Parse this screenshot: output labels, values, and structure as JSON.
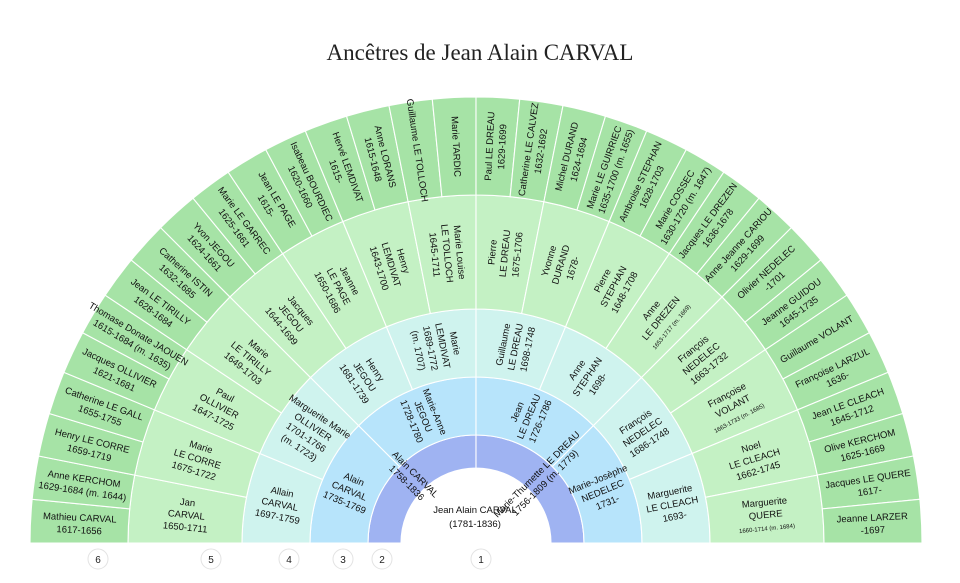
{
  "title": "Ancêtres de Jean Alain CARVAL",
  "root": {
    "name": "Jean Alain CARVAL",
    "dates": "(1781-1836)"
  },
  "colors": {
    "gen1": "#ffffff",
    "gen2": "#9fb3f2",
    "gen3": "#b7e4fb",
    "gen4": "#cff3ee",
    "gen5": "#c4f1c4",
    "gen6": "#a6e3a6",
    "circle_border": "#e3e3e3"
  },
  "generation_numbers": [
    "1",
    "2",
    "3",
    "4",
    "5",
    "6"
  ],
  "generations": [
    [
      {
        "lines": [
          "Alain CARVAL",
          "1758-1836"
        ]
      },
      {
        "lines": [
          "Marie-Thumette LE DREAU",
          "1756-1809 (m. 1779)"
        ]
      }
    ],
    [
      {
        "lines": [
          "Alain",
          "CARVAL",
          "1735-1769"
        ]
      },
      {
        "lines": [
          "Marie-Anne",
          "JEGOU",
          "1728-1780"
        ]
      },
      {
        "lines": [
          "Jean",
          "LE DREAU",
          "1726-1786"
        ]
      },
      {
        "lines": [
          "Marie-Josèphe",
          "NEDELEC",
          "1731-"
        ]
      }
    ],
    [
      {
        "lines": [
          "Allain",
          "CARVAL",
          "1697-1759"
        ]
      },
      {
        "lines": [
          "Marguerite Marie",
          "OLLIVIER",
          "1701-1766",
          "(m. 1723)"
        ]
      },
      {
        "lines": [
          "Henry",
          "JEGOU",
          "1681-1739"
        ]
      },
      {
        "lines": [
          "Marie",
          "LEMDIVAT",
          "1689-1772",
          "(m. 1707)"
        ]
      },
      {
        "lines": [
          "Guillaume",
          "LE DREAU",
          "1698-1748"
        ]
      },
      {
        "lines": [
          "Anne",
          "STEPHAN",
          "1698-"
        ]
      },
      {
        "lines": [
          "François",
          "NEDELEC",
          "1686-1748"
        ]
      },
      {
        "lines": [
          "Marguerite",
          "LE CLEACH",
          "1693-"
        ]
      }
    ],
    [
      {
        "lines": [
          "Jan",
          "CARVAL",
          "1650-1711"
        ]
      },
      {
        "lines": [
          "Marie",
          "LE CORRE",
          "1675-1722"
        ]
      },
      {
        "lines": [
          "Paul",
          "OLLIVIER",
          "1647-1725"
        ]
      },
      {
        "lines": [
          "Marie",
          "LE TIRILLY",
          "1649-1703"
        ]
      },
      {
        "lines": [
          "Jacques",
          "JEGOU",
          "1644-1699"
        ]
      },
      {
        "lines": [
          "Jeanne",
          "LE PAGE",
          "1650-1686"
        ]
      },
      {
        "lines": [
          "Henry",
          "LEMDIVAT",
          "1643-1700"
        ]
      },
      {
        "lines": [
          "Marie Louise",
          "LE TOLLOCH",
          "1645-1711"
        ]
      },
      {
        "lines": [
          "Pierre",
          "LE DREAU",
          "1675-1706"
        ]
      },
      {
        "lines": [
          "Yvonne",
          "DURAND",
          "1678-"
        ]
      },
      {
        "lines": [
          "Pierre",
          "STEPHAN",
          "1648-1708"
        ]
      },
      {
        "lines": [
          "Anne",
          "LE DREZEN",
          "1653-1717 (m. 1669)"
        ]
      },
      {
        "lines": [
          "François",
          "NEDELEC",
          "1663-1732"
        ]
      },
      {
        "lines": [
          "Françoise",
          "VOLANT",
          "1663-1733 (m. 1685)"
        ]
      },
      {
        "lines": [
          "Noel",
          "LE CLEACH",
          "1662-1745"
        ]
      },
      {
        "lines": [
          "Marguerite",
          "QUERE",
          "1660-1714 (m. 1684)"
        ]
      }
    ],
    [
      {
        "lines": [
          "Mathieu CARVAL",
          "1617-1656"
        ]
      },
      {
        "lines": [
          "Anne KERCHOM",
          "1629-1684 (m. 1644)"
        ]
      },
      {
        "lines": [
          "Henry LE CORRE",
          "1659-1719"
        ]
      },
      {
        "lines": [
          "Catherine LE GALL",
          "1655-1755"
        ]
      },
      {
        "lines": [
          "Jacques OLLIVIER",
          "1621-1681"
        ]
      },
      {
        "lines": [
          "Thomase Donate JAOUEN",
          "1615-1684 (m. 1635)"
        ]
      },
      {
        "lines": [
          "Jean LE TIRILLY",
          "1628-1684"
        ]
      },
      {
        "lines": [
          "Catherine ISTIN",
          "1632-1685"
        ]
      },
      {
        "lines": [
          "Yvon JEGOU",
          "1624-1661"
        ]
      },
      {
        "lines": [
          "Marie LE GARREC",
          "1625-1661"
        ]
      },
      {
        "lines": [
          "Jean LE PAGE",
          "1615-"
        ]
      },
      {
        "lines": [
          "Isabeau BOURDIEC",
          "1620-1660"
        ]
      },
      {
        "lines": [
          "Hervé LEMDIVAT",
          "1615-"
        ]
      },
      {
        "lines": [
          "Anne LORANS",
          "1615-1648"
        ]
      },
      {
        "lines": [
          "Guillaume LE TOLLOCH"
        ]
      },
      {
        "lines": [
          "Marie TARDIC"
        ]
      },
      {
        "lines": [
          "Paul LE DREAU",
          "1629-1699"
        ]
      },
      {
        "lines": [
          "Catherine LE CALVEZ",
          "1632-1692"
        ]
      },
      {
        "lines": [
          "Michel DURAND",
          "1624-1694"
        ]
      },
      {
        "lines": [
          "Marie LE GUIRRIEC",
          "1635-1700 (m. 1655)"
        ]
      },
      {
        "lines": [
          "Ambroise STEPHAN",
          "1628-1703"
        ]
      },
      {
        "lines": [
          "Marie COSSEC",
          "1630-1720 (m. 1647)"
        ]
      },
      {
        "lines": [
          "Jacques LE DREZEN",
          "1636-1678"
        ]
      },
      {
        "lines": [
          "Anne Jeanne CARIOU",
          "1629-1699"
        ]
      },
      {
        "lines": [
          "Olivier NEDELEC",
          "-1701"
        ]
      },
      {
        "lines": [
          "Jeanne GUIDOU",
          "1645-1735"
        ]
      },
      {
        "lines": [
          "Guillaume VOLANT"
        ]
      },
      {
        "lines": [
          "Françoise LARZUL",
          "1636-"
        ]
      },
      {
        "lines": [
          "Jean LE CLEACH",
          "1645-1712"
        ]
      },
      {
        "lines": [
          "Olive KERCHOM",
          "1625-1669"
        ]
      },
      {
        "lines": [
          "Jacques LE QUERE",
          "1617-"
        ]
      },
      {
        "lines": [
          "Jeanne LARZER",
          "-1697"
        ]
      }
    ]
  ]
}
